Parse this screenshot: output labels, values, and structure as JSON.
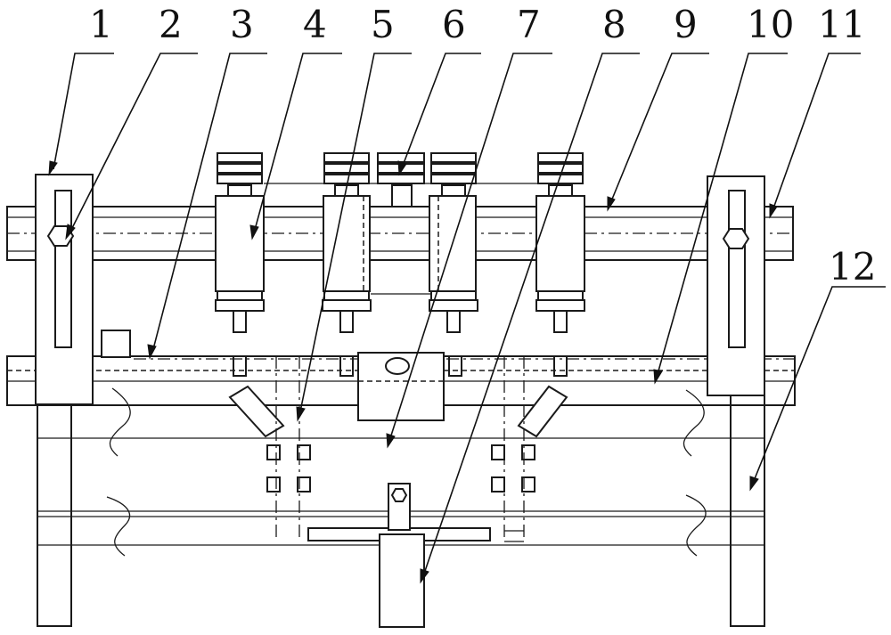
{
  "callouts": [
    {
      "id": "1",
      "label": "1"
    },
    {
      "id": "2",
      "label": "2"
    },
    {
      "id": "3",
      "label": "3"
    },
    {
      "id": "4",
      "label": "4"
    },
    {
      "id": "5",
      "label": "5"
    },
    {
      "id": "6",
      "label": "6"
    },
    {
      "id": "7",
      "label": "7"
    },
    {
      "id": "8",
      "label": "8"
    },
    {
      "id": "9",
      "label": "9"
    },
    {
      "id": "10",
      "label": "10"
    },
    {
      "id": "11",
      "label": "11"
    },
    {
      "id": "12",
      "label": "12"
    }
  ],
  "colors": {
    "line": "#1a1a1a",
    "background": "#ffffff"
  }
}
